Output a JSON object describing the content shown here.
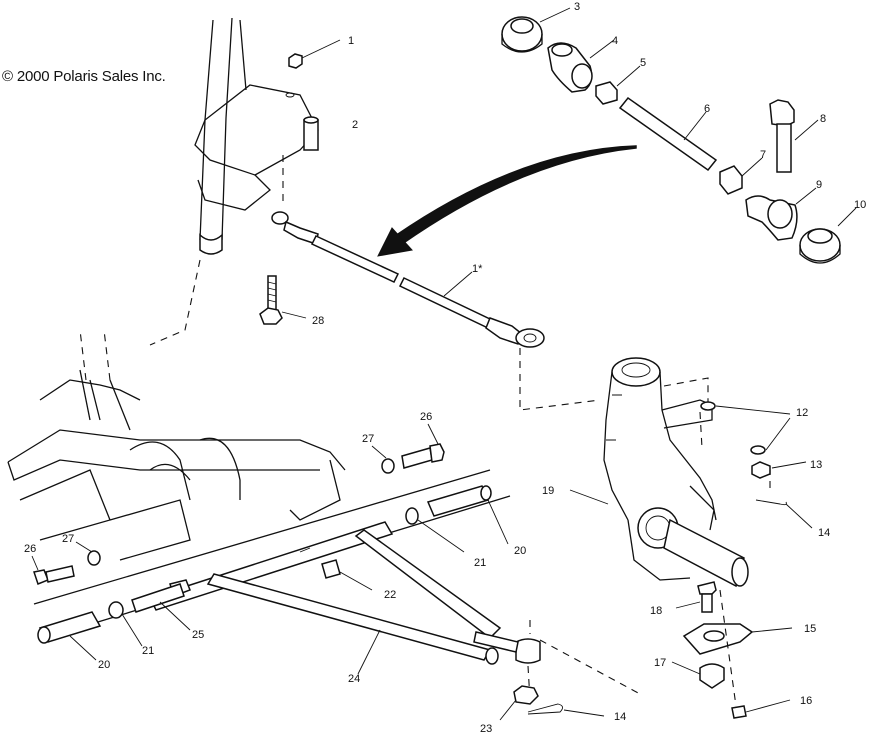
{
  "copyright": "© 2000 Polaris Sales Inc.",
  "callouts": {
    "c1a": "1",
    "c2": "2",
    "c3": "3",
    "c4": "4",
    "c5": "5",
    "c6": "6",
    "c7": "7",
    "c8": "8",
    "c9": "9",
    "c10": "10",
    "c11": "1*",
    "c12": "12",
    "c13": "13",
    "c14a": "14",
    "c14b": "14",
    "c15": "15",
    "c16": "16",
    "c17": "17",
    "c18": "18",
    "c19": "19",
    "c20a": "20",
    "c20b": "20",
    "c21a": "21",
    "c21b": "21",
    "c22": "22",
    "c23": "23",
    "c24": "24",
    "c25": "25",
    "c26a": "26",
    "c26b": "26",
    "c27a": "27",
    "c27b": "27",
    "c28": "28"
  }
}
